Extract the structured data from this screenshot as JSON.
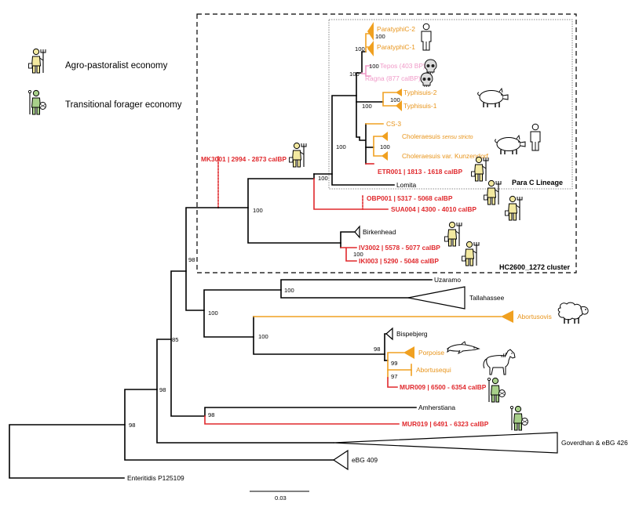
{
  "legend": {
    "agro_label": "Agro-pastoralist economy",
    "forager_label": "Transitional forager economy"
  },
  "boxes": {
    "cluster_label": "HC2600_1272 cluster",
    "lineage_label": "Para C Lineage"
  },
  "scale": {
    "label": "0.03"
  },
  "taxa": {
    "paratyphi_c2": "ParatyphiC-2",
    "paratyphi_c1": "ParatyphiC-1",
    "tepos": "Tepos (403 BP)",
    "ragna": "Ragna (877 calBP)",
    "typhisuis2": "Typhisuis-2",
    "typhisuis1": "Typhisuis-1",
    "cs3": "CS-3",
    "choleraesuis_ss_a": "Choleraesuis ",
    "choleraesuis_ss_b": "sensu stricto",
    "choleraesuis_kunz": "Choleraesuis var. Kunzendorf",
    "etr001": "ETR001 | 1813 - 1618 calBP",
    "lomita": "Lomita",
    "mk3001": "MK3001 | 2994 - 2873 calBP",
    "obp001": "OBP001 | 5317 - 5068 calBP",
    "sua004": "SUA004 | 4300 - 4010 calBP",
    "birkenhead": "Birkenhead",
    "iv3002": "IV3002 | 5578 - 5077 calBP",
    "iki003": "IKI003 | 5290 - 5048 calBP",
    "uzaramo": "Uzaramo",
    "tallahassee": "Tallahassee",
    "abortusovis": "Abortusovis",
    "bispebjerg": "Bispebjerg",
    "porpoise": "Porpoise",
    "abortusequi": "Abortusequi",
    "mur009": "MUR009 | 6500 - 6354 calBP",
    "amherstiana": "Amherstiana",
    "mur019": "MUR019 | 6491 - 6323 calBP",
    "goverdhan": "Goverdhan & eBG 426",
    "ebg409": "eBG 409",
    "enteritidis": "Enteritidis P125109"
  },
  "bootstrap": {
    "n_paratyphi": "100",
    "n_tepos": "100",
    "n_para_top": "100",
    "n_typhisuis": "100",
    "n_typhi_grp": "100",
    "n_chol": "100",
    "n_sub1": "100",
    "n_lomita": "100",
    "n_root_cluster": "100",
    "n_iv": "100",
    "n_uzaramo": "100",
    "n_mid": "100",
    "n_abortus": "100",
    "n_bisp": "100",
    "n_porp": "99",
    "n_abeq": "97",
    "n_85": "85",
    "n_98a": "98",
    "n_98b": "98",
    "n_98c": "98",
    "n_98d": "98"
  },
  "colors": {
    "black": "#000000",
    "orange": "#f0a020",
    "red": "#e0282c",
    "pink": "#f09ac8",
    "agro_fill": "#f3e9a0",
    "forager_fill": "#a8d08a"
  },
  "icons": {
    "agro": "farmer-pitchfork-icon",
    "forager": "forager-basket-icon",
    "human": "human-figure-icon",
    "skull": "skull-icon",
    "pig": "pig-icon",
    "sheep": "sheep-icon",
    "dolphin": "porpoise-icon",
    "horse": "horse-icon"
  }
}
